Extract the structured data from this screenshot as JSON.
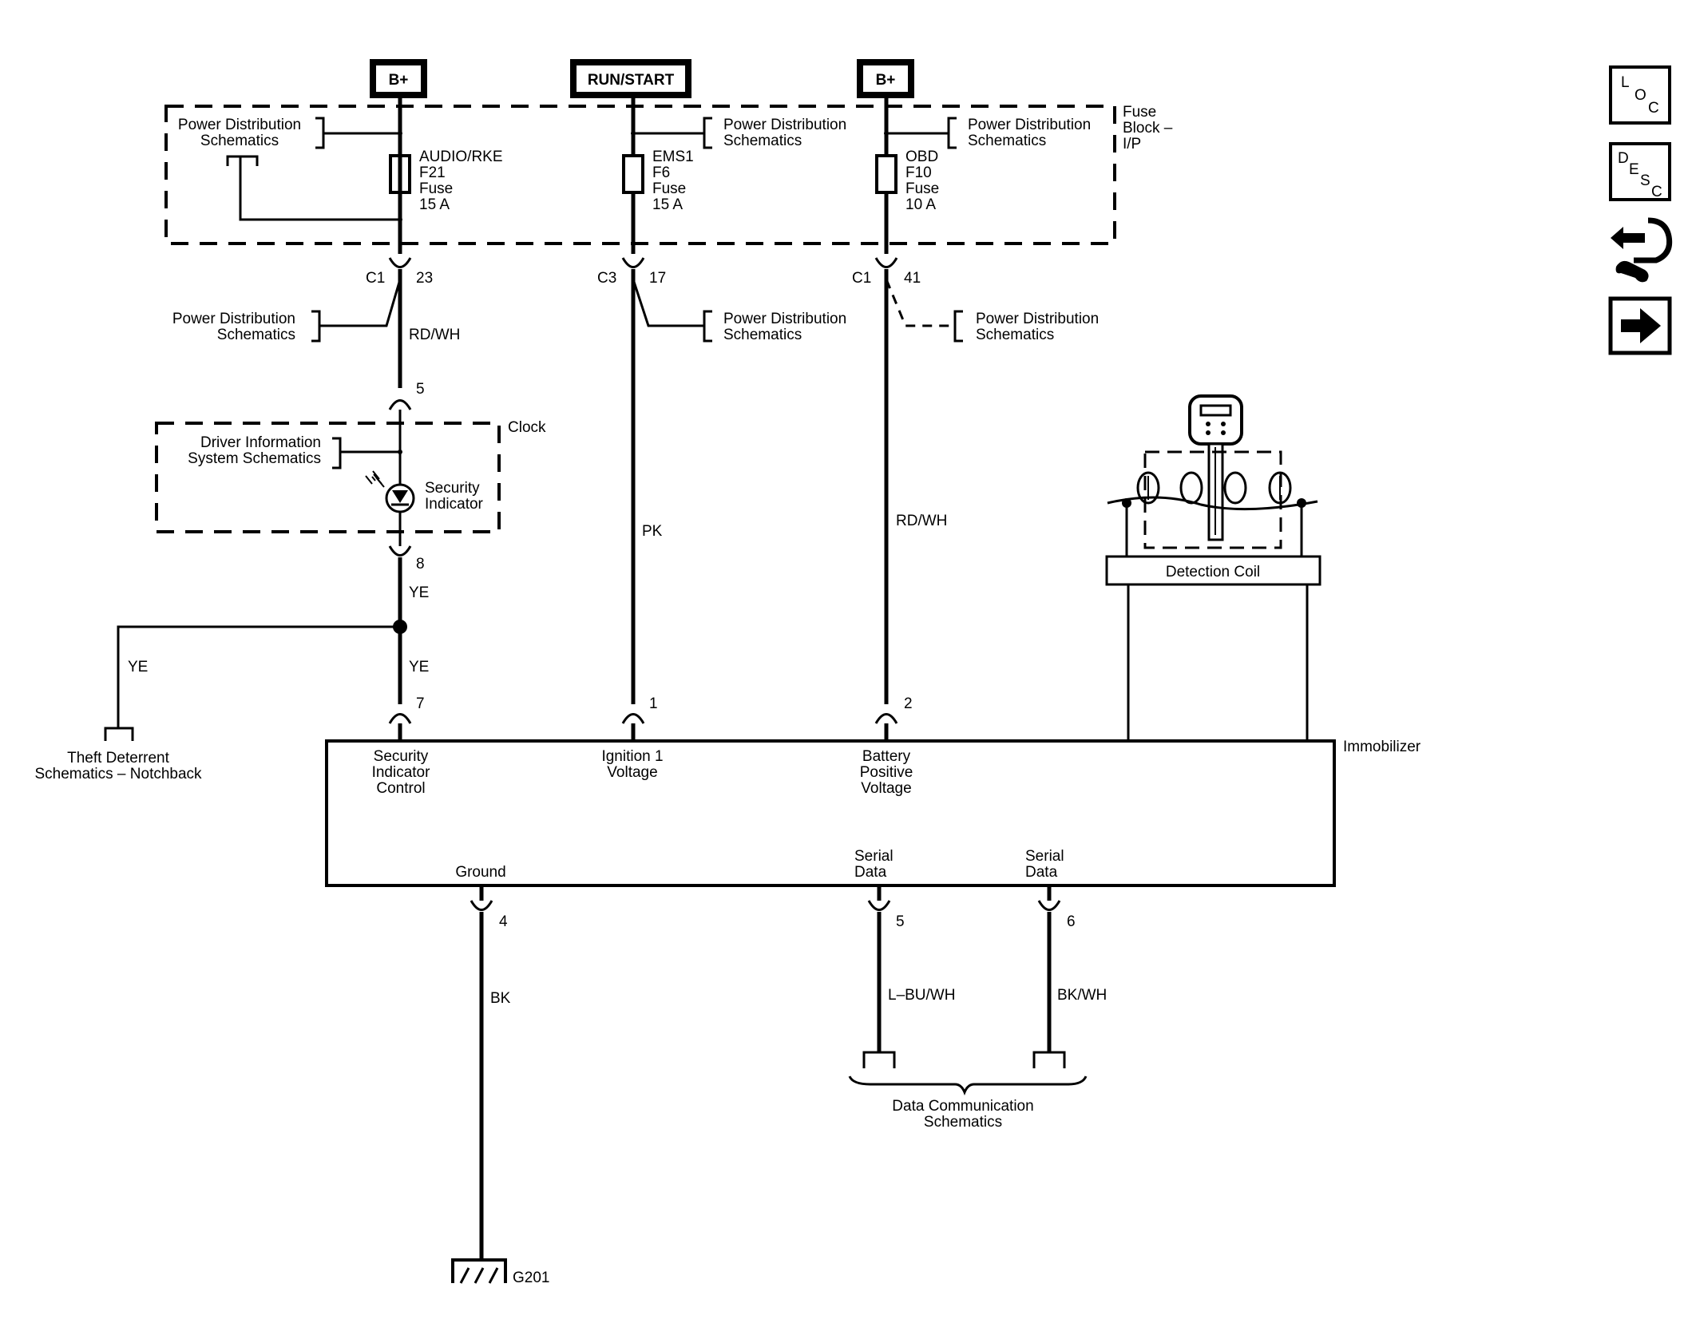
{
  "supplies": [
    {
      "label": "B+"
    },
    {
      "label": "RUN/START"
    },
    {
      "label": "B+"
    }
  ],
  "fuse_block": {
    "label_lines": [
      "Fuse",
      "Block –",
      "I/P"
    ]
  },
  "fuses": [
    {
      "lines": [
        "AUDIO/RKE",
        "F21",
        "Fuse",
        "15 A"
      ]
    },
    {
      "lines": [
        "EMS1",
        "F6",
        "Fuse",
        "15 A"
      ]
    },
    {
      "lines": [
        "OBD",
        "F10",
        "Fuse",
        "10 A"
      ]
    }
  ],
  "references": {
    "pds": [
      "Power Distribution",
      "Schematics"
    ],
    "dis": [
      "Driver Information",
      "System Schematics"
    ],
    "theft": [
      "Theft Deterrent",
      "Schematics – Notchback"
    ],
    "data_comm": [
      "Data Communication",
      "Schematics"
    ]
  },
  "connectors": {
    "c1_a": "C1",
    "pin_23": "23",
    "c3": "C3",
    "pin_17": "17",
    "c1_b": "C1",
    "pin_41": "41",
    "clock_pin_5": "5",
    "clock_pin_8": "8",
    "imm_pin_7": "7",
    "imm_pin_1": "1",
    "imm_pin_2": "2",
    "imm_pin_4": "4",
    "imm_pin_5": "5",
    "imm_pin_6": "6"
  },
  "wires": {
    "rdwh_1": "RD/WH",
    "ye_1": "YE",
    "ye_2": "YE",
    "ye_branch": "YE",
    "pk": "PK",
    "rdwh_2": "RD/WH",
    "bk": "BK",
    "lbuwh": "L–BU/WH",
    "bkwh": "BK/WH"
  },
  "clock": {
    "label": "Clock",
    "indicator": [
      "Security",
      "Indicator"
    ]
  },
  "detection_coil": {
    "label": "Detection Coil"
  },
  "immobilizer": {
    "label": "Immobilizer",
    "security_indicator_control": [
      "Security",
      "Indicator",
      "Control"
    ],
    "ignition_voltage": [
      "Ignition 1",
      "Voltage"
    ],
    "battery_voltage": [
      "Battery",
      "Positive",
      "Voltage"
    ],
    "ground": "Ground",
    "serial_data_1": [
      "Serial",
      "Data"
    ],
    "serial_data_2": [
      "Serial",
      "Data"
    ]
  },
  "ground_point": {
    "label": "G201"
  },
  "nav": {
    "loc": [
      "L",
      "O",
      "C"
    ],
    "desc": [
      "D",
      "E",
      "S",
      "C"
    ]
  }
}
